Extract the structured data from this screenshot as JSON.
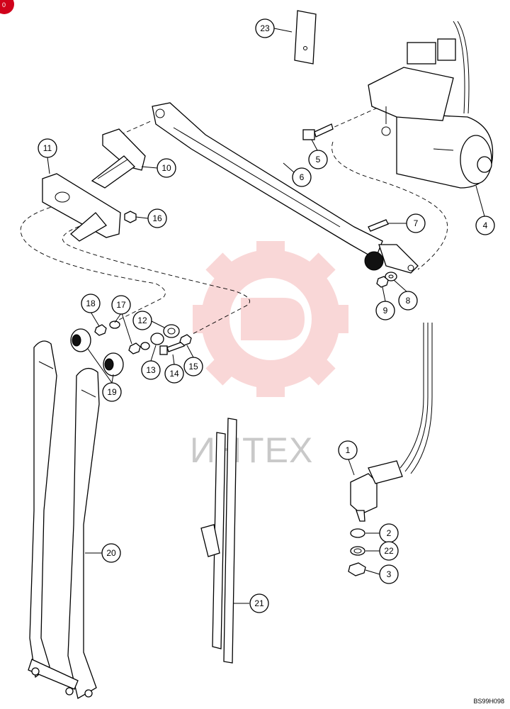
{
  "watermark": {
    "text": "ИНТЕХ",
    "color": "#f2a8a8"
  },
  "corner_badge": {
    "text": "0",
    "color": "#d0021b"
  },
  "reference_code": "BS99H098",
  "callouts": [
    "23",
    "11",
    "10",
    "16",
    "5",
    "6",
    "7",
    "4",
    "9",
    "8",
    "18",
    "17",
    "12",
    "13",
    "14",
    "15",
    "19",
    "20",
    "21",
    "1",
    "2",
    "22",
    "3"
  ]
}
